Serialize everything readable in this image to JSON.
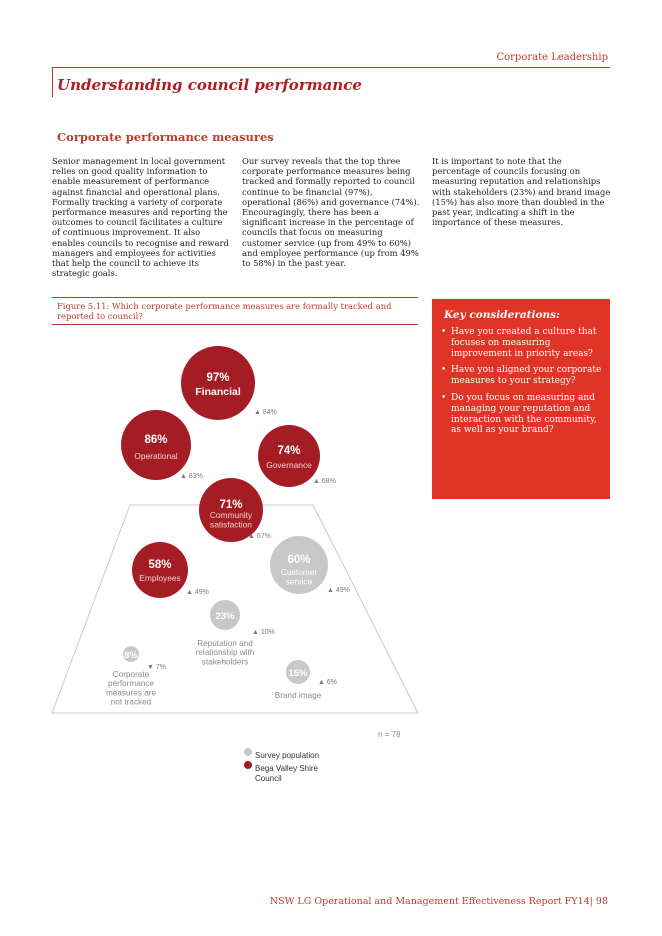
{
  "header": {
    "section_label": "Corporate Leadership"
  },
  "page_title": "Understanding council performance",
  "subheading": "Corporate performance measures",
  "columns": [
    "Senior management in local government relies on good quality information to enable measurement of performance against financial and operational plans. Formally tracking a variety of corporate performance measures and reporting the outcomes to council facilitates a culture of continuous improvement. It also enables councils to recognise and reward managers and employees for activities that help the council to achieve its strategic goals.",
    "Our survey reveals that the top three corporate performance measures being tracked and formally reported to council continue to be financial (97%), operational (86%) and governance (74%). Encouragingly, there has been a significant increase in the percentage of councils that focus on measuring customer service (up from 49% to 60%) and employee performance (up from 49% to 58%) in the past year.",
    "It is important to note that the percentage of councils focusing on measuring reputation and relationships with stakeholders (23%) and brand image (15%) has also more than doubled in the past year, indicating a shift in the importance of these measures."
  ],
  "figure_caption": "Figure 5.11: Which corporate performance measures are formally tracked and reported to council?",
  "key_considerations": {
    "title": "Key considerations:",
    "bullet_glyph": "•",
    "items": [
      "Have you created a culture that focuses on measuring improvement in priority areas?",
      "Have you aligned your corporate measures to your strategy?",
      "Do you focus on measuring and managing your reputation and interaction with the community, as well as your brand?"
    ]
  },
  "chart_data": {
    "type": "bubble",
    "note": "n = 78",
    "colors": {
      "council": "#a51d24",
      "survey": "#c8c8c8",
      "accent": "#c0392b"
    },
    "legend": [
      {
        "label": "Survey population",
        "color": "#c8c8c8"
      },
      {
        "label": "Bega Valley Shire Council",
        "color": "#a51d24"
      }
    ],
    "bubbles": [
      {
        "measure": "Financial",
        "value_label": "97%",
        "value": 97,
        "council_tracks": true,
        "change": "▲ 84%"
      },
      {
        "measure": "Operational",
        "value_label": "86%",
        "value": 86,
        "council_tracks": true,
        "change": "▲ 83%"
      },
      {
        "measure": "Governance",
        "value_label": "74%",
        "value": 74,
        "council_tracks": true,
        "change": "▲ 68%"
      },
      {
        "measure": "Community satisfaction",
        "value_label": "71%",
        "value": 71,
        "council_tracks": true,
        "change": "▲ 67%"
      },
      {
        "measure": "Employees",
        "value_label": "58%",
        "value": 58,
        "council_tracks": true,
        "change": "▲ 49%"
      },
      {
        "measure": "Customer service",
        "value_label": "60%",
        "value": 60,
        "council_tracks": false,
        "change": "▲ 49%"
      },
      {
        "measure": "Reputation and relationship with stakeholders",
        "value_label": "23%",
        "value": 23,
        "council_tracks": false,
        "change": "▲ 10%"
      },
      {
        "measure": "Corporate performance measures are not tracked",
        "value_label": "8%",
        "value": 8,
        "council_tracks": false,
        "change": "▼ 7%"
      },
      {
        "measure": "Brand image",
        "value_label": "15%",
        "value": 15,
        "council_tracks": false,
        "change": "▲ 6%"
      }
    ]
  },
  "footer": {
    "report_name": "NSW LG Operational and Management Effectiveness Report FY14",
    "separator": "|",
    "page_number": "98"
  }
}
